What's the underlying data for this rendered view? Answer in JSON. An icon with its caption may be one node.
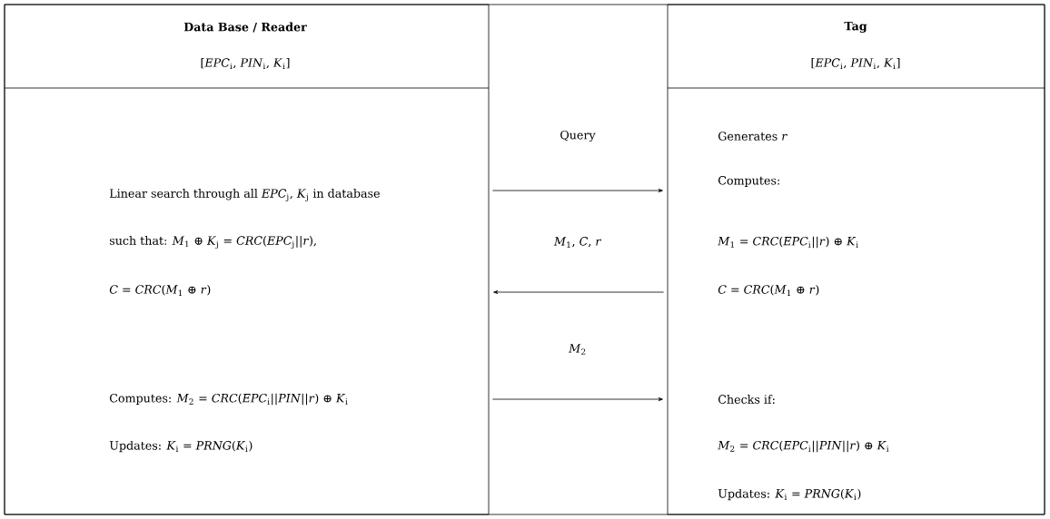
{
  "diagram": {
    "nodes": [
      {
        "text": [
          "Data Base / Reader",
          "[*EPC*$_{i}$, *PIN*$_{i}$, *K*$_{i}$]",
          "Linear search through all *EPC*$_{j}$, *K*$_{j}$ in database",
          "such that: *M*$_{1}$ ⊕ *K*$_{j}$ = *CRC*(*EPC*$_{j}$||*r*),",
          "*C* = *CRC*(*M*$_{1}$ ⊕ *r*)",
          "Computes: *M*$_{2}$ = *CRC*(*EPC*$_{i}$||*PIN*||*r*) ⊕ *K*$_{i}$",
          "Updates: *K*$_{i}$ = *PRNG*(*K*$_{i}$)"
        ]
      },
      {
        "text": [
          "Tag",
          "[*EPC*$_{i}$, *PIN*$_{i}$, *K*$_{i}$]",
          "Generates *r*",
          "Computes:",
          "*M*$_{1}$ = *CRC*(*EPC*$_{i}$||*r*) ⊕ *K*$_{i}$",
          "*C* = *CRC*(*M*$_{1}$ ⊕ *r*)",
          "Checks if:",
          "*M*$_{2}$ = *CRC*(*EPC*$_{i}$||*PIN*||*r*) ⊕ *K*$_{i}$",
          "Updates: *K*$_{i}$ = *PRNG*(*K*$_{i}$)"
        ]
      }
    ],
    "edges": [
      {
        "from": 0,
        "to": 1,
        "arrow": "to",
        "label": "Query"
      },
      {
        "from": 1,
        "to": 0,
        "arrow": "to",
        "label": "*M*$_{1}$, *C*, *r*"
      },
      {
        "from": 0,
        "to": 1,
        "arrow": "to",
        "label": "*M*$_{2}$"
      }
    ]
  }
}
